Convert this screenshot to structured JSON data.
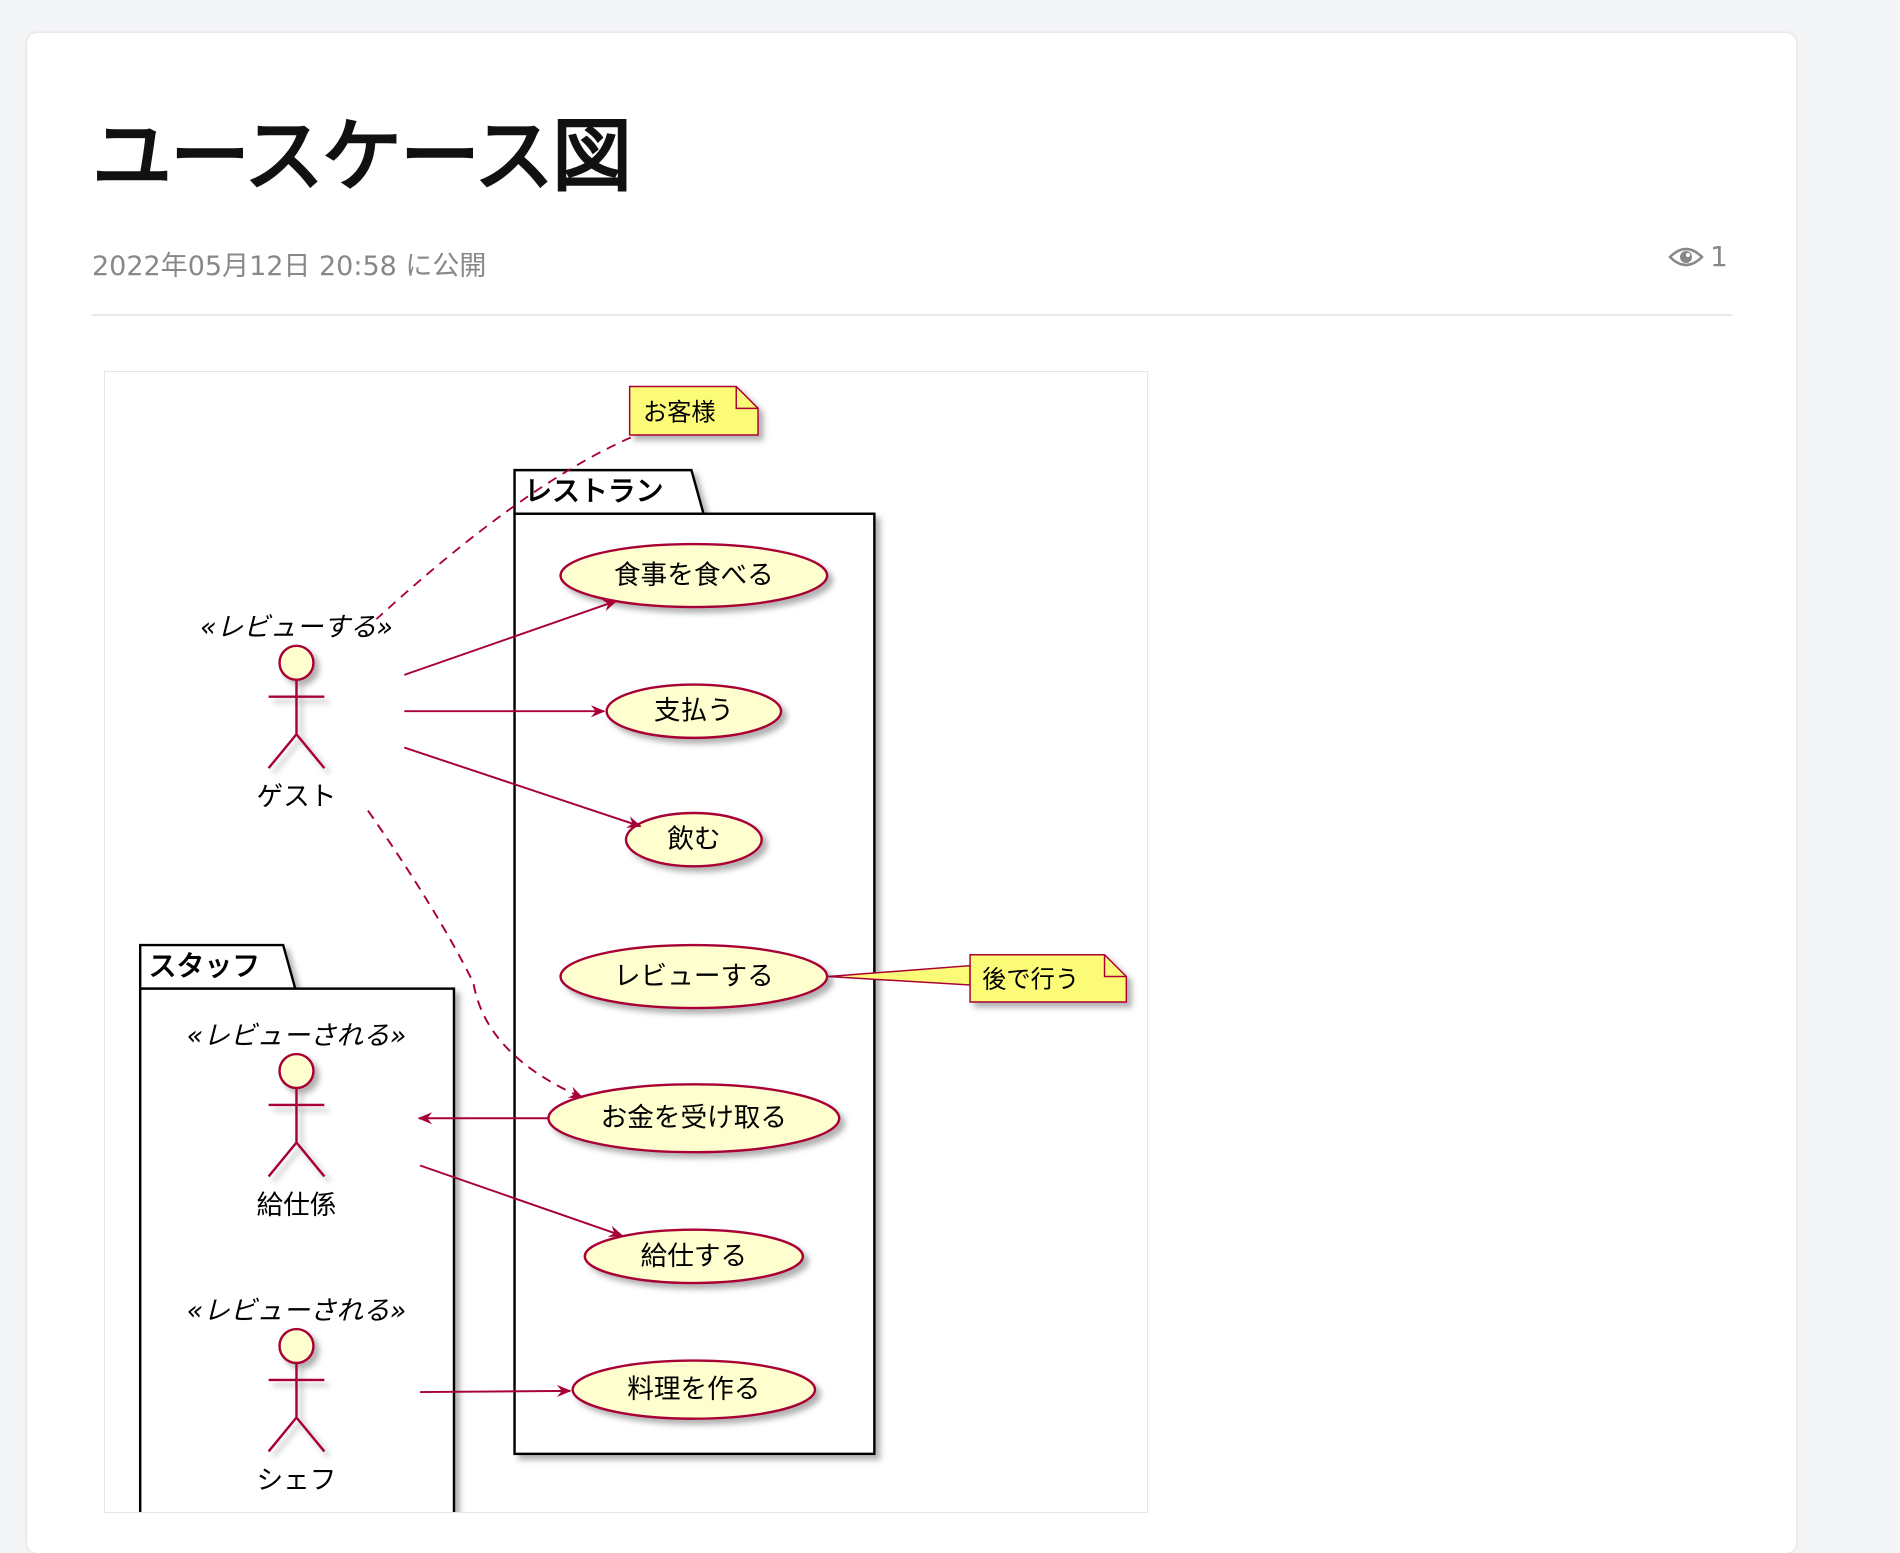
{
  "page": {
    "title": "ユースケース図",
    "published": "2022年05月12日 20:58 に公開",
    "view_count": "1"
  },
  "diagram": {
    "packages": {
      "restaurant": "レストラン",
      "staff": "スタッフ"
    },
    "notes": {
      "customer": "お客様",
      "later": "後で行う"
    },
    "actors": [
      {
        "name": "ゲスト",
        "stereotype": "«レビューする»"
      },
      {
        "name": "給仕係",
        "stereotype": "«レビューされる»"
      },
      {
        "name": "シェフ",
        "stereotype": "«レビューされる»"
      }
    ],
    "usecases": [
      "食事を食べる",
      "支払う",
      "飲む",
      "レビューする",
      "お金を受け取る",
      "給仕する",
      "料理を作る"
    ],
    "colors": {
      "line": "#A80036",
      "usecase_fill": "#FEFECE",
      "note_fill": "#FBFB77"
    }
  }
}
